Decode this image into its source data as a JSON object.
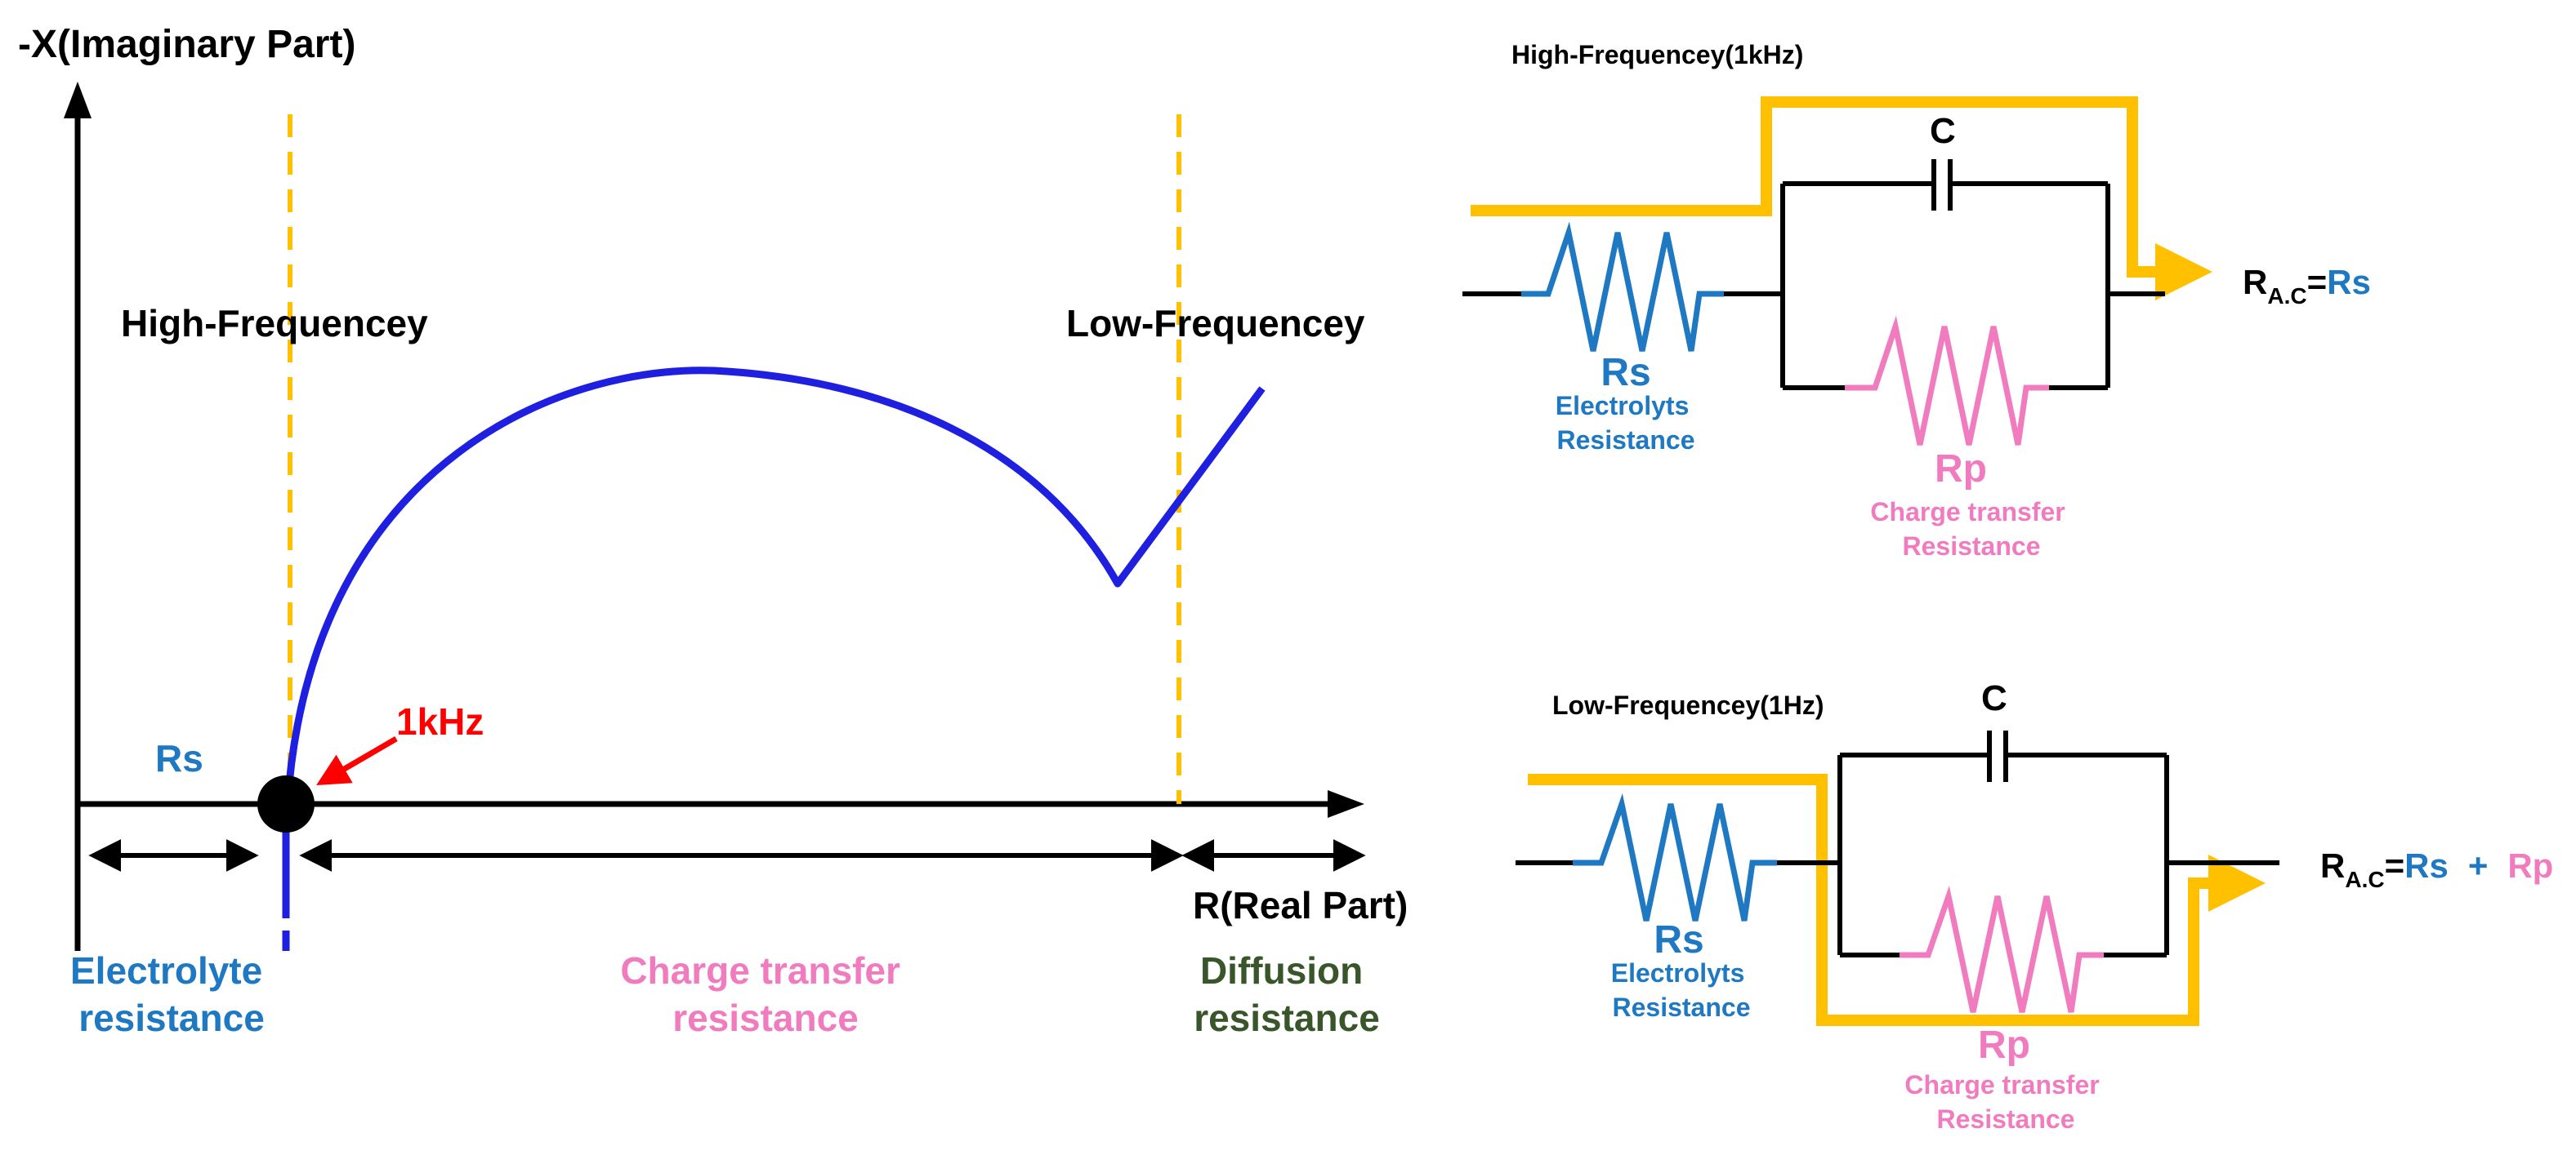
{
  "nyquist": {
    "y_axis_label": "-X(Imaginary Part)",
    "x_axis_label": "R(Real Part)",
    "high_freq_label": "High-Frequencey",
    "low_freq_label": "Low-Frequencey",
    "point_label": "1kHz",
    "rs_label": "Rs",
    "region_electrolyte": [
      "Electrolyte",
      "resistance"
    ],
    "region_charge": [
      "Charge transfer",
      "resistance"
    ],
    "region_diffusion": [
      "Diffusion",
      "resistance"
    ]
  },
  "circuit_high": {
    "title": "High-Frequencey(1kHz)",
    "capacitor_label": "C",
    "rs_label": "Rs",
    "rs_desc": [
      "Electrolyts",
      "Resistance"
    ],
    "rp_label": "Rp",
    "rp_desc": [
      "Charge transfer",
      "Resistance"
    ],
    "result_r": "R",
    "result_sub": "A.C",
    "result_eq": "=",
    "result_rs": "Rs"
  },
  "circuit_low": {
    "title": "Low-Frequencey(1Hz)",
    "capacitor_label": "C",
    "rs_label": "Rs",
    "rs_desc": [
      "Electrolyts",
      "Resistance"
    ],
    "rp_label": "Rp",
    "rp_desc": [
      "Charge transfer",
      "Resistance"
    ],
    "result_r": "R",
    "result_sub": "A.C",
    "result_eq": "=",
    "result_rs": "Rs",
    "result_plus": "+",
    "result_rp": "Rp"
  },
  "colors": {
    "blue_curve": "#1f1fe0",
    "rs_blue": "#1e78c2",
    "rp_pink": "#f07cbf",
    "current_yellow": "#ffc000",
    "point_red": "#ff0000",
    "diffusion_green": "#38562a",
    "wire_black": "#000000"
  }
}
